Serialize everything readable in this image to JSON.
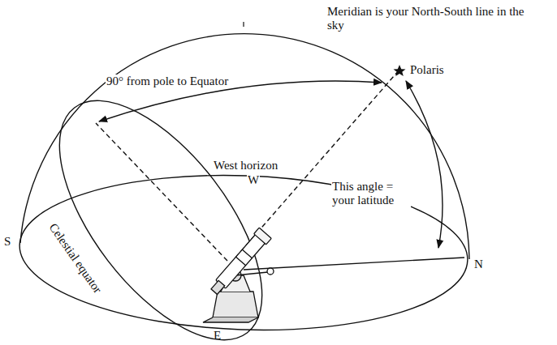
{
  "diagram": {
    "labels": [
      "Meridian is your North-South line in the sky",
      "Polaris",
      "90° from pole to Equator",
      "This angle = your latitude",
      "West horizon",
      "W",
      "S",
      "N",
      "E",
      "Celestial equator"
    ]
  }
}
